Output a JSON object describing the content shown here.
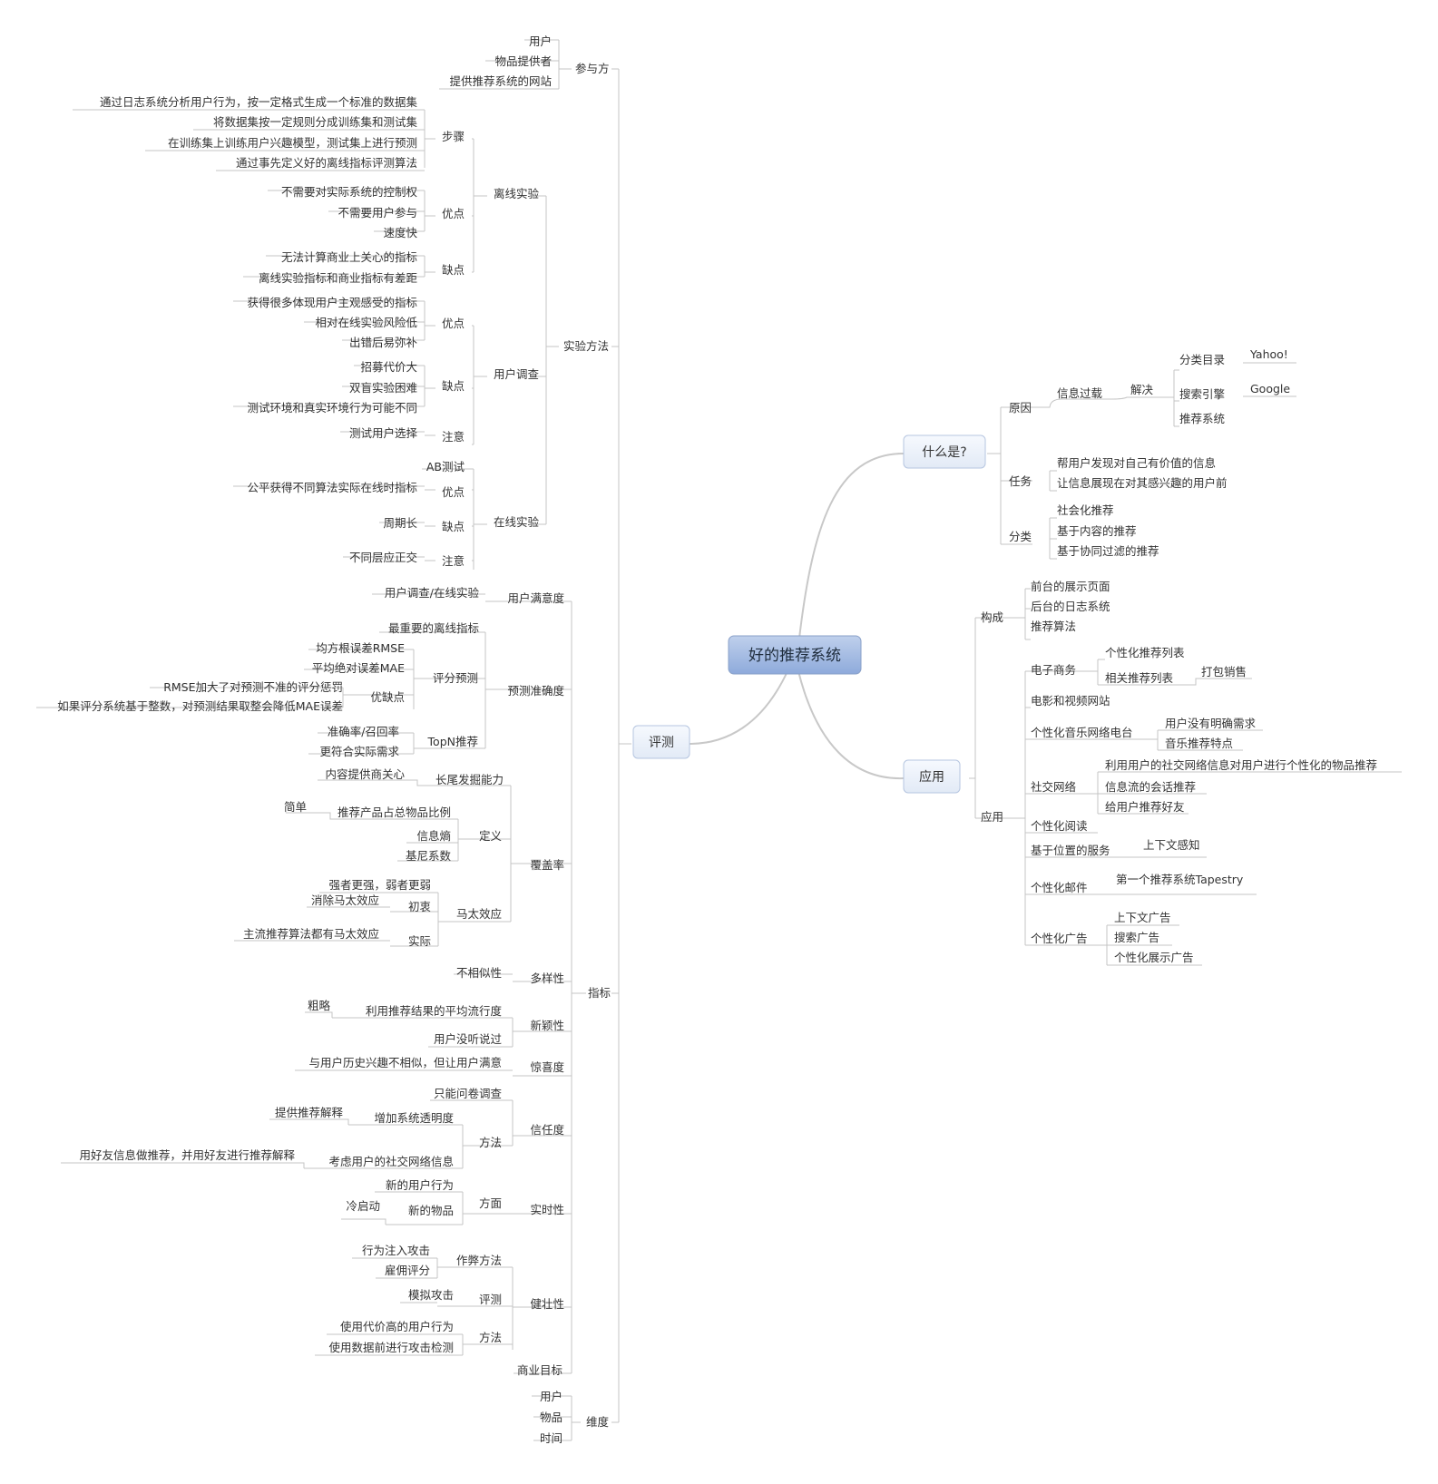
{
  "map": {
    "root": "好的推荐系统",
    "what_is": {
      "label": "什么是?",
      "reason": {
        "label": "原因",
        "info_overload": "信息过载",
        "solve": "解决",
        "catalog": "分类目录",
        "yahoo": "Yahoo!",
        "search_engine": "搜索引擎",
        "google": "Google",
        "recsys": "推荐系统"
      },
      "task": {
        "label": "任务",
        "items": [
          "帮用户发现对自己有价值的信息",
          "让信息展现在对其感兴趣的用户前"
        ]
      },
      "category": {
        "label": "分类",
        "items": [
          "社会化推荐",
          "基于内容的推荐",
          "基于协同过滤的推荐"
        ]
      }
    },
    "application": {
      "label": "应用",
      "composition": {
        "label": "构成",
        "items": [
          "前台的展示页面",
          "后台的日志系统",
          "推荐算法"
        ]
      },
      "apps": {
        "label": "应用",
        "ecommerce": "电子商务",
        "personal_list": "个性化推荐列表",
        "related_list": "相关推荐列表",
        "bundle": "打包销售",
        "movie_sites": "电影和视频网站",
        "music_radio": "个性化音乐网络电台",
        "no_clear_need": "用户没有明确需求",
        "music_feature": "音乐推荐特点",
        "social": "社交网络",
        "social_items": [
          "利用用户的社交网络信息对用户进行个性化的物品推荐",
          "信息流的会话推荐",
          "给用户推荐好友"
        ],
        "reading": "个性化阅读",
        "lbs": "基于位置的服务",
        "context_aware": "上下文感知",
        "email": "个性化邮件",
        "tapestry": "第一个推荐系统Tapestry",
        "ads": "个性化广告",
        "ads_items": [
          "上下文广告",
          "搜索广告",
          "个性化展示广告"
        ]
      }
    },
    "evaluation": {
      "label": "评测",
      "participants": {
        "label": "参与方",
        "items": [
          "用户",
          "物品提供者",
          "提供推荐系统的网站"
        ]
      },
      "methods": {
        "label": "实验方法",
        "offline": {
          "label": "离线实验",
          "steps_label": "步骤",
          "steps": [
            "通过日志系统分析用户行为，按一定格式生成一个标准的数据集",
            "将数据集按一定规则分成训练集和测试集",
            "在训练集上训练用户兴趣模型，测试集上进行预测",
            "通过事先定义好的离线指标评测算法"
          ],
          "pros_label": "优点",
          "pros": [
            "不需要对实际系统的控制权",
            "不需要用户参与",
            "速度快"
          ],
          "cons_label": "缺点",
          "cons": [
            "无法计算商业上关心的指标",
            "离线实验指标和商业指标有差距"
          ]
        },
        "survey": {
          "label": "用户调查",
          "pros_label": "优点",
          "pros": [
            "获得很多体现用户主观感受的指标",
            "相对在线实验风险低",
            "出错后易弥补"
          ],
          "cons_label": "缺点",
          "cons": [
            "招募代价大",
            "双盲实验困难",
            "测试环境和真实环境行为可能不同"
          ],
          "note_label": "注意",
          "note": "测试用户选择"
        },
        "online": {
          "label": "在线实验",
          "ab": "AB测试",
          "pros_label": "优点",
          "pros": "公平获得不同算法实际在线时指标",
          "cons_label": "缺点",
          "cons": "周期长",
          "note_label": "注意",
          "note": "不同层应正交"
        }
      },
      "metrics": {
        "label": "指标",
        "satisfaction": {
          "label": "用户满意度",
          "item": "用户调查/在线实验"
        },
        "accuracy": {
          "label": "预测准确度",
          "key": "最重要的离线指标",
          "rating_label": "评分预测",
          "rmse": "均方根误差RMSE",
          "mae": "平均绝对误差MAE",
          "pros_label": "优缺点",
          "pros": [
            "RMSE加大了对预测不准的评分惩罚",
            "如果评分系统基于整数，对预测结果取整会降低MAE误差"
          ],
          "topn_label": "TopN推荐",
          "topn": [
            "准确率/召回率",
            "更符合实际需求"
          ]
        },
        "coverage": {
          "label": "覆盖率",
          "longtail": "长尾发掘能力",
          "content_provider": "内容提供商关心",
          "def_label": "定义",
          "ratio": "推荐产品占总物品比例",
          "simple": "简单",
          "entropy": "信息熵",
          "gini": "基尼系数",
          "matthew_label": "马太效应",
          "stronger": "强者更强，弱者更弱",
          "intent_label": "初衷",
          "remove": "消除马太效应",
          "actual_label": "实际",
          "mainstream": "主流推荐算法都有马太效应"
        },
        "diversity": {
          "label": "多样性",
          "item": "不相似性"
        },
        "novelty": {
          "label": "新颖性",
          "avg_pop": "利用推荐结果的平均流行度",
          "rough": "粗略",
          "unheard": "用户没听说过"
        },
        "serendipity": {
          "label": "惊喜度",
          "item": "与用户历史兴趣不相似，但让用户满意"
        },
        "trust": {
          "label": "信任度",
          "survey_only": "只能问卷调查",
          "method_label": "方法",
          "transparency": "增加系统透明度",
          "explain": "提供推荐解释",
          "social": "考虑用户的社交网络信息",
          "friends": "用好友信息做推荐，并用好友进行推荐解释"
        },
        "realtime": {
          "label": "实时性",
          "aspect_label": "方面",
          "new_behavior": "新的用户行为",
          "new_items": "新的物品",
          "cold_start": "冷启动"
        },
        "robustness": {
          "label": "健壮性",
          "cheat_label": "作弊方法",
          "inject": "行为注入攻击",
          "hire": "雇佣评分",
          "eval_label": "评测",
          "simulate": "模拟攻击",
          "method_label": "方法",
          "costly": "使用代价高的用户行为",
          "detect": "使用数据前进行攻击检测"
        },
        "business": "商业目标"
      },
      "dimension": {
        "label": "维度",
        "items": [
          "用户",
          "物品",
          "时间"
        ]
      }
    }
  }
}
